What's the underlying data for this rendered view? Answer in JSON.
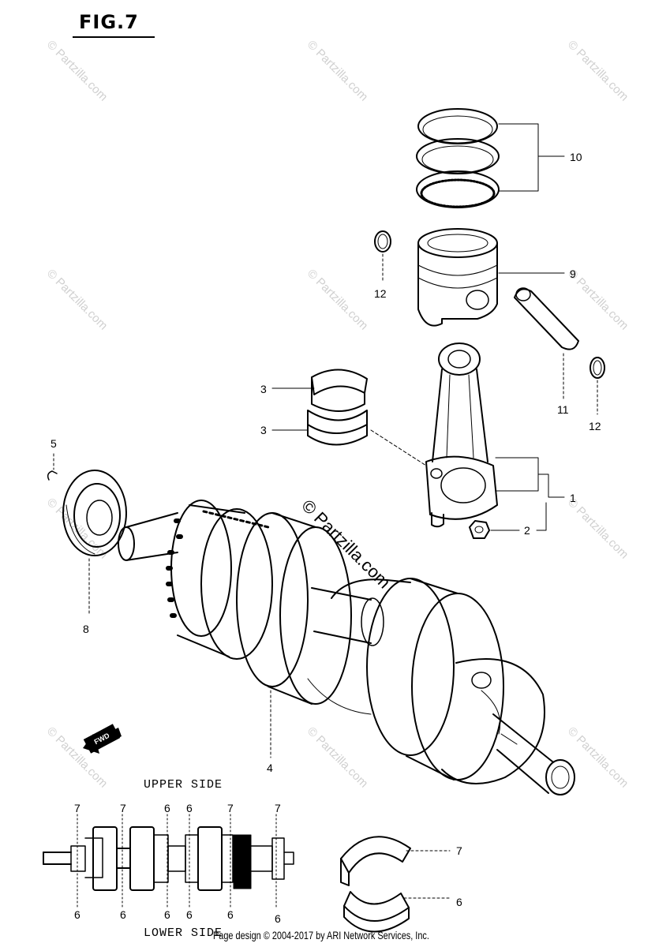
{
  "figure": {
    "title": "FIG.7"
  },
  "callouts": {
    "c10": "10",
    "c9": "9",
    "c12a": "12",
    "c12b": "12",
    "c11": "11",
    "c3a": "3",
    "c3b": "3",
    "c1": "1",
    "c2": "2",
    "c5": "5",
    "c8": "8",
    "c4": "4",
    "c7_bearing": "7",
    "c6_bearing": "6"
  },
  "layout_chart": {
    "upper_label": "UPPER SIDE",
    "lower_label": "LOWER SIDE",
    "upper_numbers": [
      "7",
      "7",
      "6",
      "6",
      "7",
      "7"
    ],
    "lower_numbers": [
      "6",
      "6",
      "6",
      "6",
      "6",
      "6"
    ]
  },
  "fwd_label": "FWD",
  "watermark": {
    "text": "© Partzilla.com"
  },
  "footer": "Page design © 2004-2017 by ARI Network Services, Inc."
}
